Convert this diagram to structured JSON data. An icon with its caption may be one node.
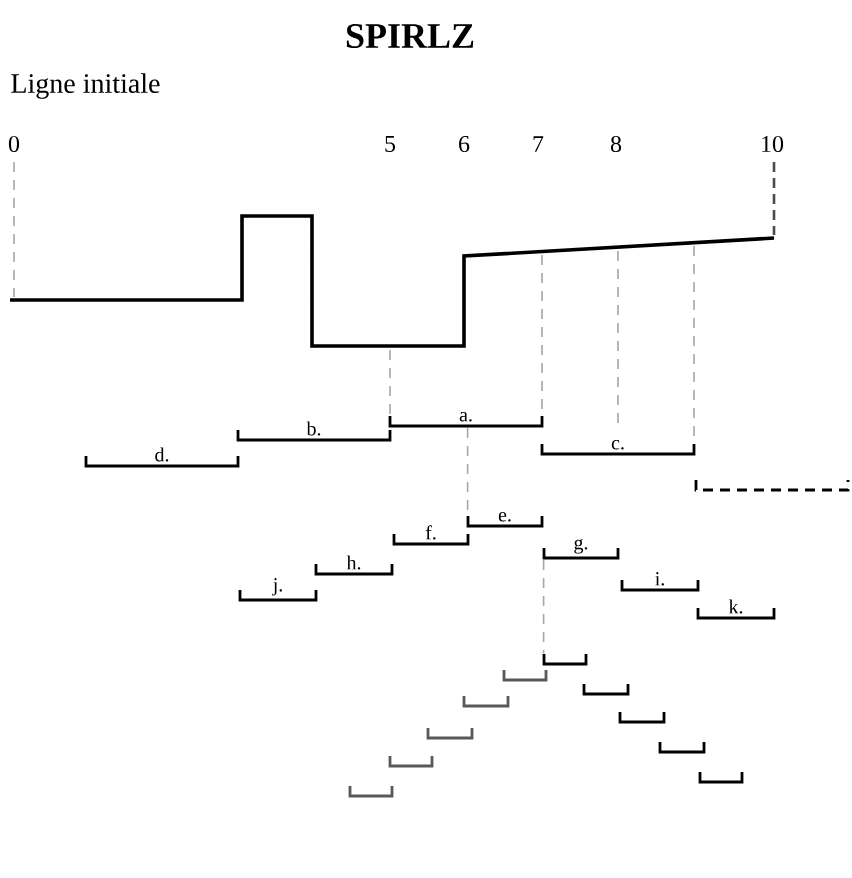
{
  "diagram": {
    "title": "SPIRLZ",
    "nodes": [
      {
        "text": [
          "a."
        ]
      },
      {
        "text": [
          "b."
        ]
      },
      {
        "text": [
          "c."
        ]
      },
      {
        "text": [
          "d."
        ]
      },
      {
        "text": [],
        "shape": "bracket"
      },
      {
        "text": [
          "e."
        ]
      },
      {
        "text": [
          "f."
        ]
      },
      {
        "text": [
          "g."
        ]
      },
      {
        "text": [
          "h."
        ]
      },
      {
        "text": [
          "i."
        ]
      },
      {
        "text": [
          "j."
        ]
      },
      {
        "text": [
          "k."
        ]
      },
      {
        "text": [],
        "shape": "bracket"
      },
      {
        "text": [],
        "shape": "bracket"
      },
      {
        "text": [],
        "shape": "bracket"
      },
      {
        "text": [],
        "shape": "bracket"
      },
      {
        "text": [],
        "shape": "bracket"
      },
      {
        "text": [],
        "shape": "bracket"
      },
      {
        "text": [],
        "shape": "bracket"
      },
      {
        "text": [],
        "shape": "bracket"
      },
      {
        "text": [],
        "shape": "bracket"
      },
      {
        "text": [],
        "shape": "bracket"
      }
    ],
    "edges": [
      {
        "from": 0,
        "to": 5,
        "arrow": "none",
        "style": "dashed"
      },
      {
        "from": 7,
        "to": 12,
        "arrow": "none",
        "style": "dashed"
      }
    ],
    "labels": [
      "Ligne initiale",
      "0",
      "5",
      "6",
      "7",
      "8",
      "10"
    ]
  }
}
